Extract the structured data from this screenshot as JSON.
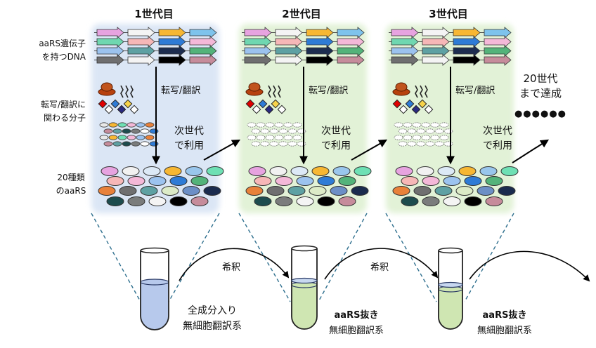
{
  "generations": [
    {
      "title": "1世代目",
      "mix": "full"
    },
    {
      "title": "2世代目",
      "mix": "aars-free"
    },
    {
      "title": "3世代目",
      "mix": "aars-free"
    }
  ],
  "row_labels": {
    "dna": [
      "aaRS遺伝子",
      "を持つDNA"
    ],
    "machinery": [
      "転写/翻訳に",
      "関わる分子"
    ],
    "aars": [
      "20種類",
      "のaaRS"
    ]
  },
  "process": {
    "transcription_translation": "転写/翻訳",
    "next_generation": [
      "次世代",
      "で利用"
    ]
  },
  "goal": {
    "lines": [
      "20世代",
      "まで達成"
    ],
    "ellipsis": "●●●●●●"
  },
  "dilution": "希釈",
  "tubes": [
    {
      "label": [
        "全成分入り",
        "無細胞翻訳系"
      ]
    },
    {
      "label": [
        "aaRS抜き",
        "無細胞翻訳系"
      ]
    },
    {
      "label": [
        "aaRS抜き",
        "無細胞翻訳系"
      ]
    }
  ],
  "colors": {
    "panel_gen1": "#dbe6f5",
    "panel_other": "#e2f2d7",
    "tube_full": "#b7c9ec",
    "tube_aars_free": "#cfe6b2",
    "dash": "#2e6f8e",
    "aars_palette": [
      [
        "#e7a3e0",
        "#f1f1f1",
        "#dce9f6",
        "#f7b733",
        "#99c6ec",
        "#6ee0b4"
      ],
      [
        "#f6b7b7",
        "#f4b8d8",
        "#9cc3ef",
        "#2e7bd6",
        "#53b37a"
      ],
      [
        "#e8813a",
        "#6f6f70",
        "#5ea1a3",
        "#dcebc7",
        "#6c8fc6",
        "#1a2b4e"
      ],
      [
        "#1d4c4e",
        "#7a7c7c",
        "#f4f4f4",
        "#000000",
        "#c68c9b"
      ]
    ]
  },
  "icons": [
    "dna-arrow-icon",
    "ribosome-icon",
    "trna-icon",
    "amino-acid-icon",
    "tube-icon"
  ]
}
